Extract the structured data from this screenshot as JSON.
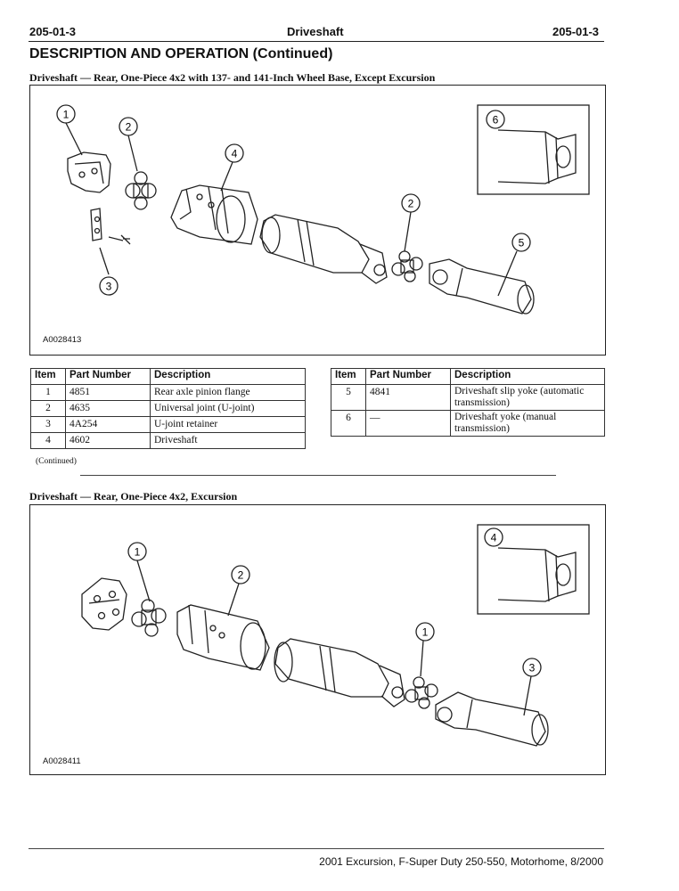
{
  "header": {
    "left": "205-01-3",
    "center": "Driveshaft",
    "right": "205-01-3"
  },
  "section_title": "DESCRIPTION AND OPERATION (Continued)",
  "figure1": {
    "title": "Driveshaft — Rear, One-Piece 4x2 with 137- and 141-Inch Wheel Base, Except Excursion",
    "id": "A0028413",
    "callouts": [
      "1",
      "2",
      "4",
      "2",
      "3",
      "5",
      "6"
    ]
  },
  "table_headers": {
    "item": "Item",
    "part_number": "Part Number",
    "description": "Description"
  },
  "table_left": [
    {
      "item": "1",
      "part": "4851",
      "desc": "Rear axle pinion flange"
    },
    {
      "item": "2",
      "part": "4635",
      "desc": "Universal joint (U-joint)"
    },
    {
      "item": "3",
      "part": "4A254",
      "desc": "U-joint retainer"
    },
    {
      "item": "4",
      "part": "4602",
      "desc": "Driveshaft"
    }
  ],
  "table_right": [
    {
      "item": "5",
      "part": "4841",
      "desc": "Driveshaft slip yoke (automatic transmission)"
    },
    {
      "item": "6",
      "part": "—",
      "desc": "Driveshaft yoke (manual transmission)"
    }
  ],
  "continued": "(Continued)",
  "figure2": {
    "title": "Driveshaft — Rear, One-Piece 4x2, Excursion",
    "id": "A0028411",
    "callouts": [
      "1",
      "2",
      "1",
      "3",
      "4"
    ]
  },
  "footer": "2001 Excursion, F-Super Duty 250-550, Motorhome, 8/2000"
}
